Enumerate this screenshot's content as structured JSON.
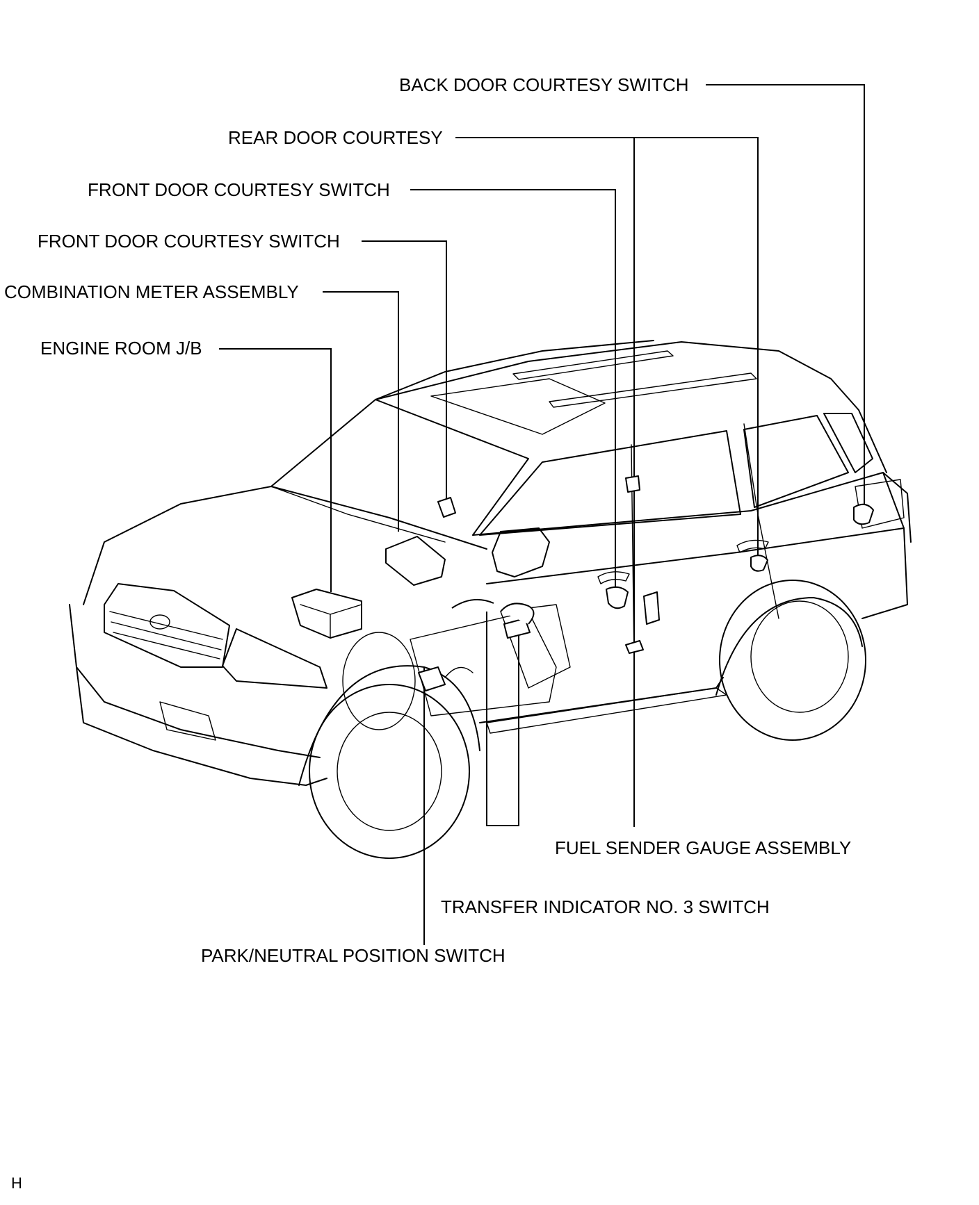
{
  "labels": {
    "back_door_courtesy_switch": "BACK DOOR COURTESY SWITCH",
    "rear_door_courtesy": "REAR DOOR COURTESY",
    "front_door_courtesy_switch_1": "FRONT DOOR COURTESY SWITCH",
    "front_door_courtesy_switch_2": "FRONT DOOR COURTESY SWITCH",
    "combination_meter_assembly": "COMBINATION METER ASSEMBLY",
    "engine_room_jb": "ENGINE ROOM J/B",
    "fuel_sender_gauge_assembly": "FUEL SENDER GAUGE ASSEMBLY",
    "transfer_indicator_no3_switch": "TRANSFER INDICATOR NO. 3 SWITCH",
    "park_neutral_position_switch": "PARK/NEUTRAL POSITION SWITCH"
  },
  "corner_mark": "H",
  "colors": {
    "ink": "#000000",
    "background": "#ffffff"
  }
}
